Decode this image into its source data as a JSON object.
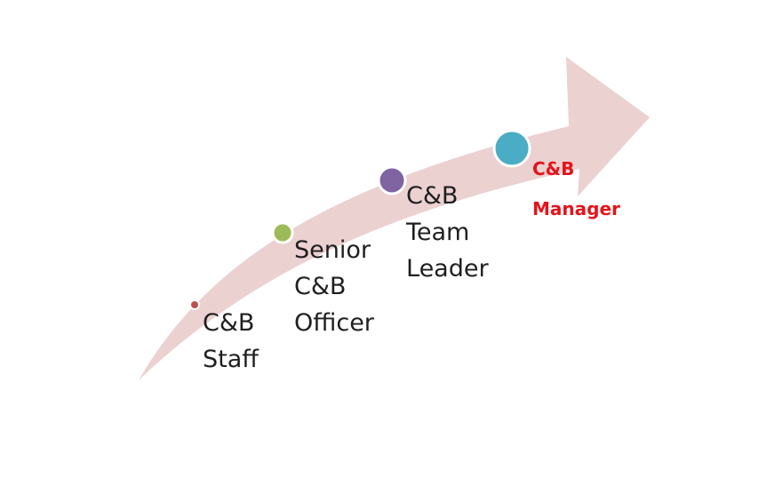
{
  "diagram": {
    "arrow_color": "#ecd1d1",
    "stages": [
      {
        "lines": [
          "C&B",
          "Staff"
        ],
        "dot_color": "#c0504d",
        "highlight": false
      },
      {
        "lines": [
          "Senior",
          "C&B",
          "Officer"
        ],
        "dot_color": "#9bbb59",
        "highlight": false
      },
      {
        "lines": [
          "C&B",
          "Team",
          "Leader"
        ],
        "dot_color": "#8064a2",
        "highlight": false
      },
      {
        "lines": [
          "C&B",
          "Manager"
        ],
        "dot_color": "#4bacc6",
        "highlight": true,
        "text_color": "#e3141b"
      }
    ]
  }
}
